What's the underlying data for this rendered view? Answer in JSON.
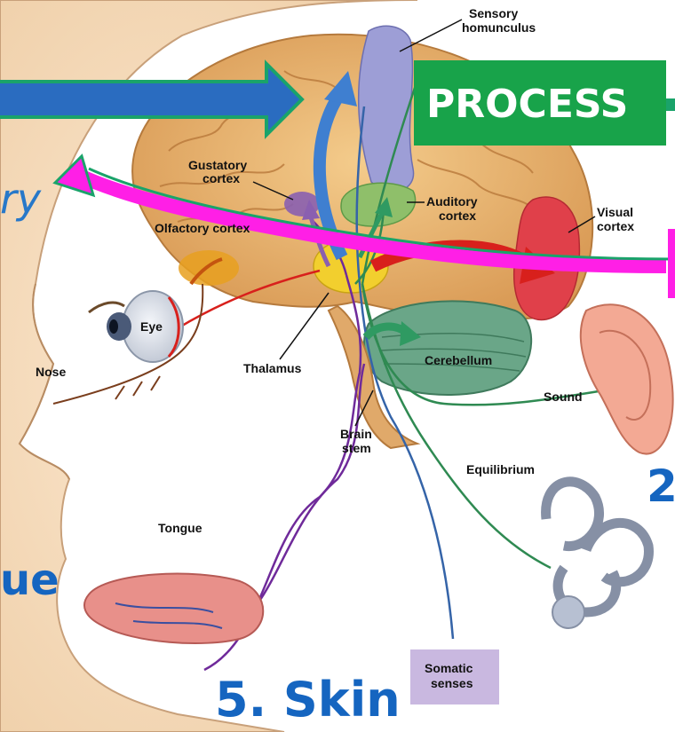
{
  "diagram": {
    "labels": {
      "sensory_homunculus": [
        "Sensory",
        "homunculus"
      ],
      "gustatory_cortex": [
        "Gustatory",
        "cortex"
      ],
      "olfactory_cortex": "Olfactory cortex",
      "auditory_cortex": [
        "Auditory",
        "cortex"
      ],
      "visual_cortex": [
        "Visual",
        "cortex"
      ],
      "eye": "Eye",
      "nose": "Nose",
      "thalamus": "Thalamus",
      "cerebellum": "Cerebellum",
      "sound": "Sound",
      "brain_stem": [
        "Brain",
        "stem"
      ],
      "equilibrium": "Equilibrium",
      "tongue": "Tongue",
      "somatic_senses": [
        "Somatic",
        "senses"
      ]
    },
    "overlay": {
      "process": "PROCESS",
      "skin": "5. Skin",
      "tongue_partial": "ue",
      "number_partial": "2",
      "italic_partial": "ry"
    },
    "colors": {
      "process_box": "#18a34a",
      "big_text": "#1565c0",
      "italic_text": "#2778c9",
      "blue_arrow": "#2a6cc0",
      "green_arrow": "#1aa36a",
      "magenta_arrow": "#ff1fe6",
      "gustatory_region": "#8a5fb0",
      "auditory_region": "#8fbf6a",
      "visual_region": "#e0404a",
      "somatosensory_strip": "#9d9ed6",
      "thalamus": "#f2cf2e",
      "cerebellum": "#5e9a7a",
      "brain": "#e9b873"
    }
  }
}
